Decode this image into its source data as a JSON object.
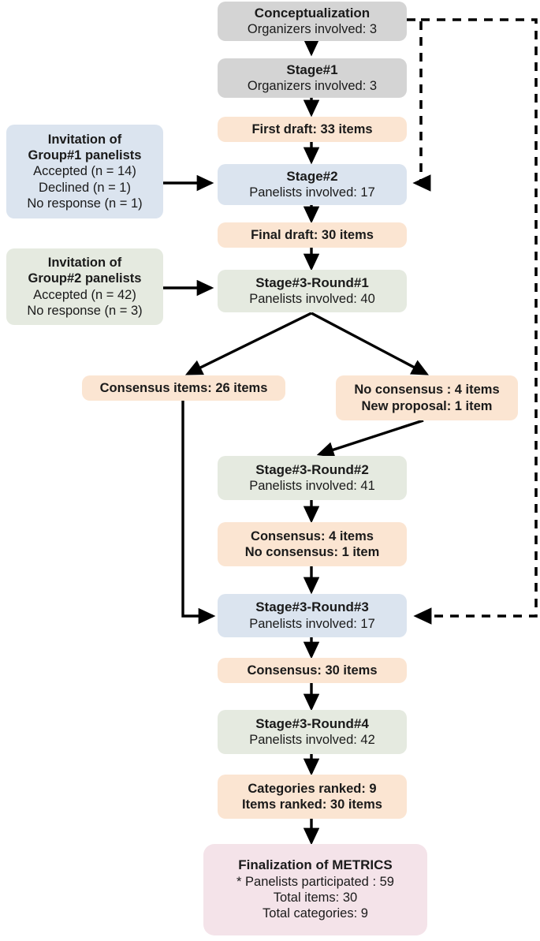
{
  "diagram": {
    "title": "METRICS Delphi study flow diagram",
    "colors": {
      "grey": "#d4d4d4",
      "peach": "#fbe5d2",
      "blue": "#dbe4ef",
      "green": "#e5eae0",
      "pink": "#f4e3e9",
      "edge": "#000000"
    },
    "nodes": [
      {
        "id": "conceptualization",
        "fill": "grey",
        "lines": [
          {
            "text": "Conceptualization",
            "bold": true
          },
          {
            "text": "Organizers involved: 3",
            "bold": false
          }
        ]
      },
      {
        "id": "stage1",
        "fill": "grey",
        "lines": [
          {
            "text": "Stage#1",
            "bold": true
          },
          {
            "text": "Organizers involved: 3",
            "bold": false
          }
        ]
      },
      {
        "id": "first-draft",
        "fill": "peach",
        "lines": [
          {
            "text": "First draft: 33 items",
            "bold": true
          }
        ]
      },
      {
        "id": "invitation-group1",
        "fill": "blue",
        "lines": [
          {
            "text": "Invitation of",
            "bold": true
          },
          {
            "text": "Group#1 panelists",
            "bold": true
          },
          {
            "text": "Accepted (n = 14)",
            "bold": false
          },
          {
            "text": "Declined (n = 1)",
            "bold": false
          },
          {
            "text": "No response (n = 1)",
            "bold": false
          }
        ]
      },
      {
        "id": "stage2",
        "fill": "blue",
        "lines": [
          {
            "text": "Stage#2",
            "bold": true
          },
          {
            "text": "Panelists involved: 17",
            "bold": false
          }
        ]
      },
      {
        "id": "final-draft",
        "fill": "peach",
        "lines": [
          {
            "text": "Final draft: 30 items",
            "bold": true
          }
        ]
      },
      {
        "id": "invitation-group2",
        "fill": "green",
        "lines": [
          {
            "text": "Invitation of",
            "bold": true
          },
          {
            "text": "Group#2 panelists",
            "bold": true
          },
          {
            "text": "Accepted (n = 42)",
            "bold": false
          },
          {
            "text": "No response (n = 3)",
            "bold": false
          }
        ]
      },
      {
        "id": "stage3-round1",
        "fill": "green",
        "lines": [
          {
            "text": "Stage#3-Round#1",
            "bold": true
          },
          {
            "text": "Panelists involved: 40",
            "bold": false
          }
        ]
      },
      {
        "id": "consensus-items-26",
        "fill": "peach",
        "lines": [
          {
            "text": "Consensus items: 26 items",
            "bold": true
          }
        ]
      },
      {
        "id": "no-consensus-4",
        "fill": "peach",
        "lines": [
          {
            "text": "No consensus : 4 items",
            "bold": true
          },
          {
            "text": "New proposal: 1 item",
            "bold": true
          }
        ]
      },
      {
        "id": "stage3-round2",
        "fill": "green",
        "lines": [
          {
            "text": "Stage#3-Round#2",
            "bold": true
          },
          {
            "text": "Panelists involved: 41",
            "bold": false
          }
        ]
      },
      {
        "id": "consensus-4-noconsensus-1",
        "fill": "peach",
        "lines": [
          {
            "text": "Consensus: 4 items",
            "bold": true
          },
          {
            "text": "No consensus: 1 item",
            "bold": true
          }
        ]
      },
      {
        "id": "stage3-round3",
        "fill": "blue",
        "lines": [
          {
            "text": "Stage#3-Round#3",
            "bold": true
          },
          {
            "text": "Panelists involved: 17",
            "bold": false
          }
        ]
      },
      {
        "id": "consensus-30",
        "fill": "peach",
        "lines": [
          {
            "text": "Consensus: 30 items",
            "bold": true
          }
        ]
      },
      {
        "id": "stage3-round4",
        "fill": "green",
        "lines": [
          {
            "text": "Stage#3-Round#4",
            "bold": true
          },
          {
            "text": "Panelists involved: 42",
            "bold": false
          }
        ]
      },
      {
        "id": "ranked",
        "fill": "peach",
        "lines": [
          {
            "text": "Categories ranked: 9",
            "bold": true
          },
          {
            "text": "Items ranked: 30 items",
            "bold": true
          }
        ]
      },
      {
        "id": "finalization",
        "fill": "pink",
        "lines": [
          {
            "text": "Finalization of METRICS",
            "bold": true
          },
          {
            "text": "* Panelists participated : 59",
            "bold": false
          },
          {
            "text": "Total items: 30",
            "bold": false
          },
          {
            "text": "Total categories: 9",
            "bold": false
          }
        ]
      }
    ],
    "edges": [
      {
        "id": "conceptualization-to-stage1",
        "style": "solid"
      },
      {
        "id": "stage1-to-first-draft",
        "style": "solid"
      },
      {
        "id": "first-draft-to-stage2",
        "style": "solid"
      },
      {
        "id": "invitation-group1-to-stage2",
        "style": "solid"
      },
      {
        "id": "stage2-to-final-draft",
        "style": "solid"
      },
      {
        "id": "final-draft-to-stage3-round1",
        "style": "solid"
      },
      {
        "id": "invitation-group2-to-stage3-round1",
        "style": "solid"
      },
      {
        "id": "stage3-round1-to-consensus-items-26",
        "style": "solid"
      },
      {
        "id": "stage3-round1-to-no-consensus-4",
        "style": "solid"
      },
      {
        "id": "no-consensus-4-to-stage3-round2",
        "style": "solid"
      },
      {
        "id": "stage3-round2-to-consensus-4",
        "style": "solid"
      },
      {
        "id": "consensus-4-to-stage3-round3",
        "style": "solid"
      },
      {
        "id": "consensus-items-26-to-stage3-round3",
        "style": "solid"
      },
      {
        "id": "stage3-round3-to-consensus-30",
        "style": "solid"
      },
      {
        "id": "consensus-30-to-stage3-round4",
        "style": "solid"
      },
      {
        "id": "stage3-round4-to-ranked",
        "style": "solid"
      },
      {
        "id": "ranked-to-finalization",
        "style": "solid"
      },
      {
        "id": "conceptualization-feedback-to-stage2",
        "style": "dashed"
      },
      {
        "id": "conceptualization-feedback-to-stage3-round3",
        "style": "dashed"
      }
    ]
  }
}
